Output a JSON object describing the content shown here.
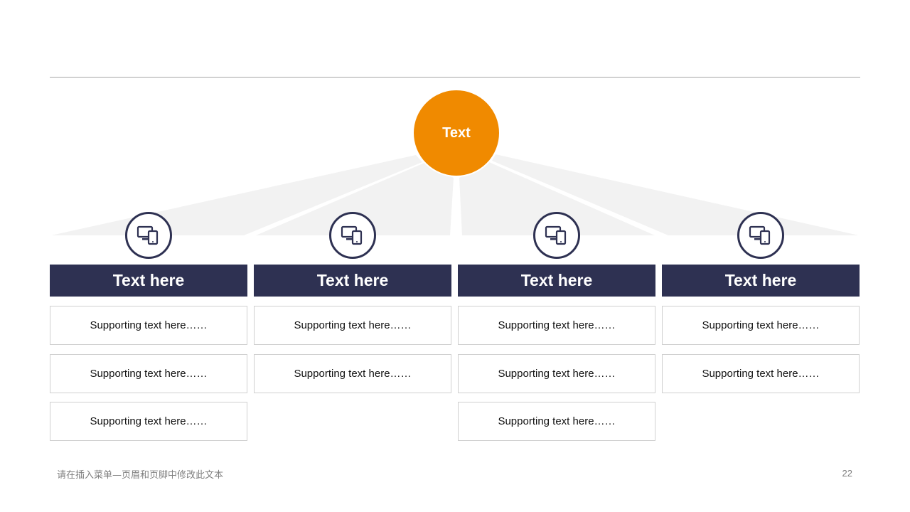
{
  "hub": {
    "label": "Text"
  },
  "columns": [
    {
      "title": "Text here",
      "icon": "devices-icon",
      "items": [
        "Supporting text here……",
        "Supporting text here……",
        "Supporting text here……"
      ]
    },
    {
      "title": "Text here",
      "icon": "devices-icon",
      "items": [
        "Supporting text here……",
        "Supporting text here……"
      ]
    },
    {
      "title": "Text here",
      "icon": "devices-icon",
      "items": [
        "Supporting text here……",
        "Supporting text here……",
        "Supporting text here……"
      ]
    },
    {
      "title": "Text here",
      "icon": "devices-icon",
      "items": [
        "Supporting text here……",
        "Supporting text here……"
      ]
    }
  ],
  "footer": {
    "text": "请在插入菜单—页眉和页脚中修改此文本",
    "page_number": "22"
  },
  "colors": {
    "accent": "#f08a00",
    "navy": "#2e3152",
    "ray": "#f2f2f2"
  }
}
